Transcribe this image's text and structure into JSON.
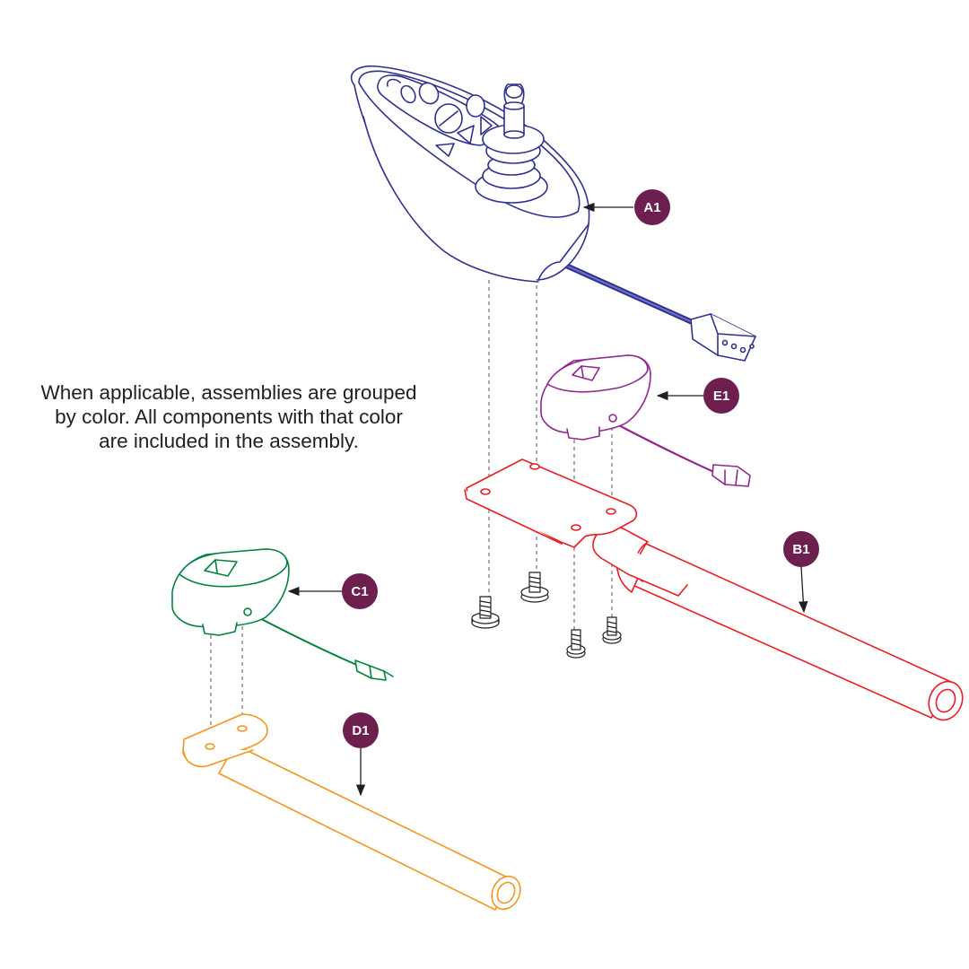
{
  "note": {
    "lines": [
      "When applicable, assemblies are grouped",
      "by color. All components with that color",
      "are included in the assembly."
    ]
  },
  "callouts": {
    "a1": "A1",
    "b1": "B1",
    "c1": "C1",
    "d1": "D1",
    "e1": "E1"
  },
  "colors": {
    "joystick": "#2e3192",
    "mount_bracket": "#ed1c24",
    "switch_purple": "#92278f",
    "switch_green": "#00843d",
    "arm_orange": "#f7941d",
    "callout_fill": "#6d1f4f",
    "hardware": "#231f20"
  }
}
